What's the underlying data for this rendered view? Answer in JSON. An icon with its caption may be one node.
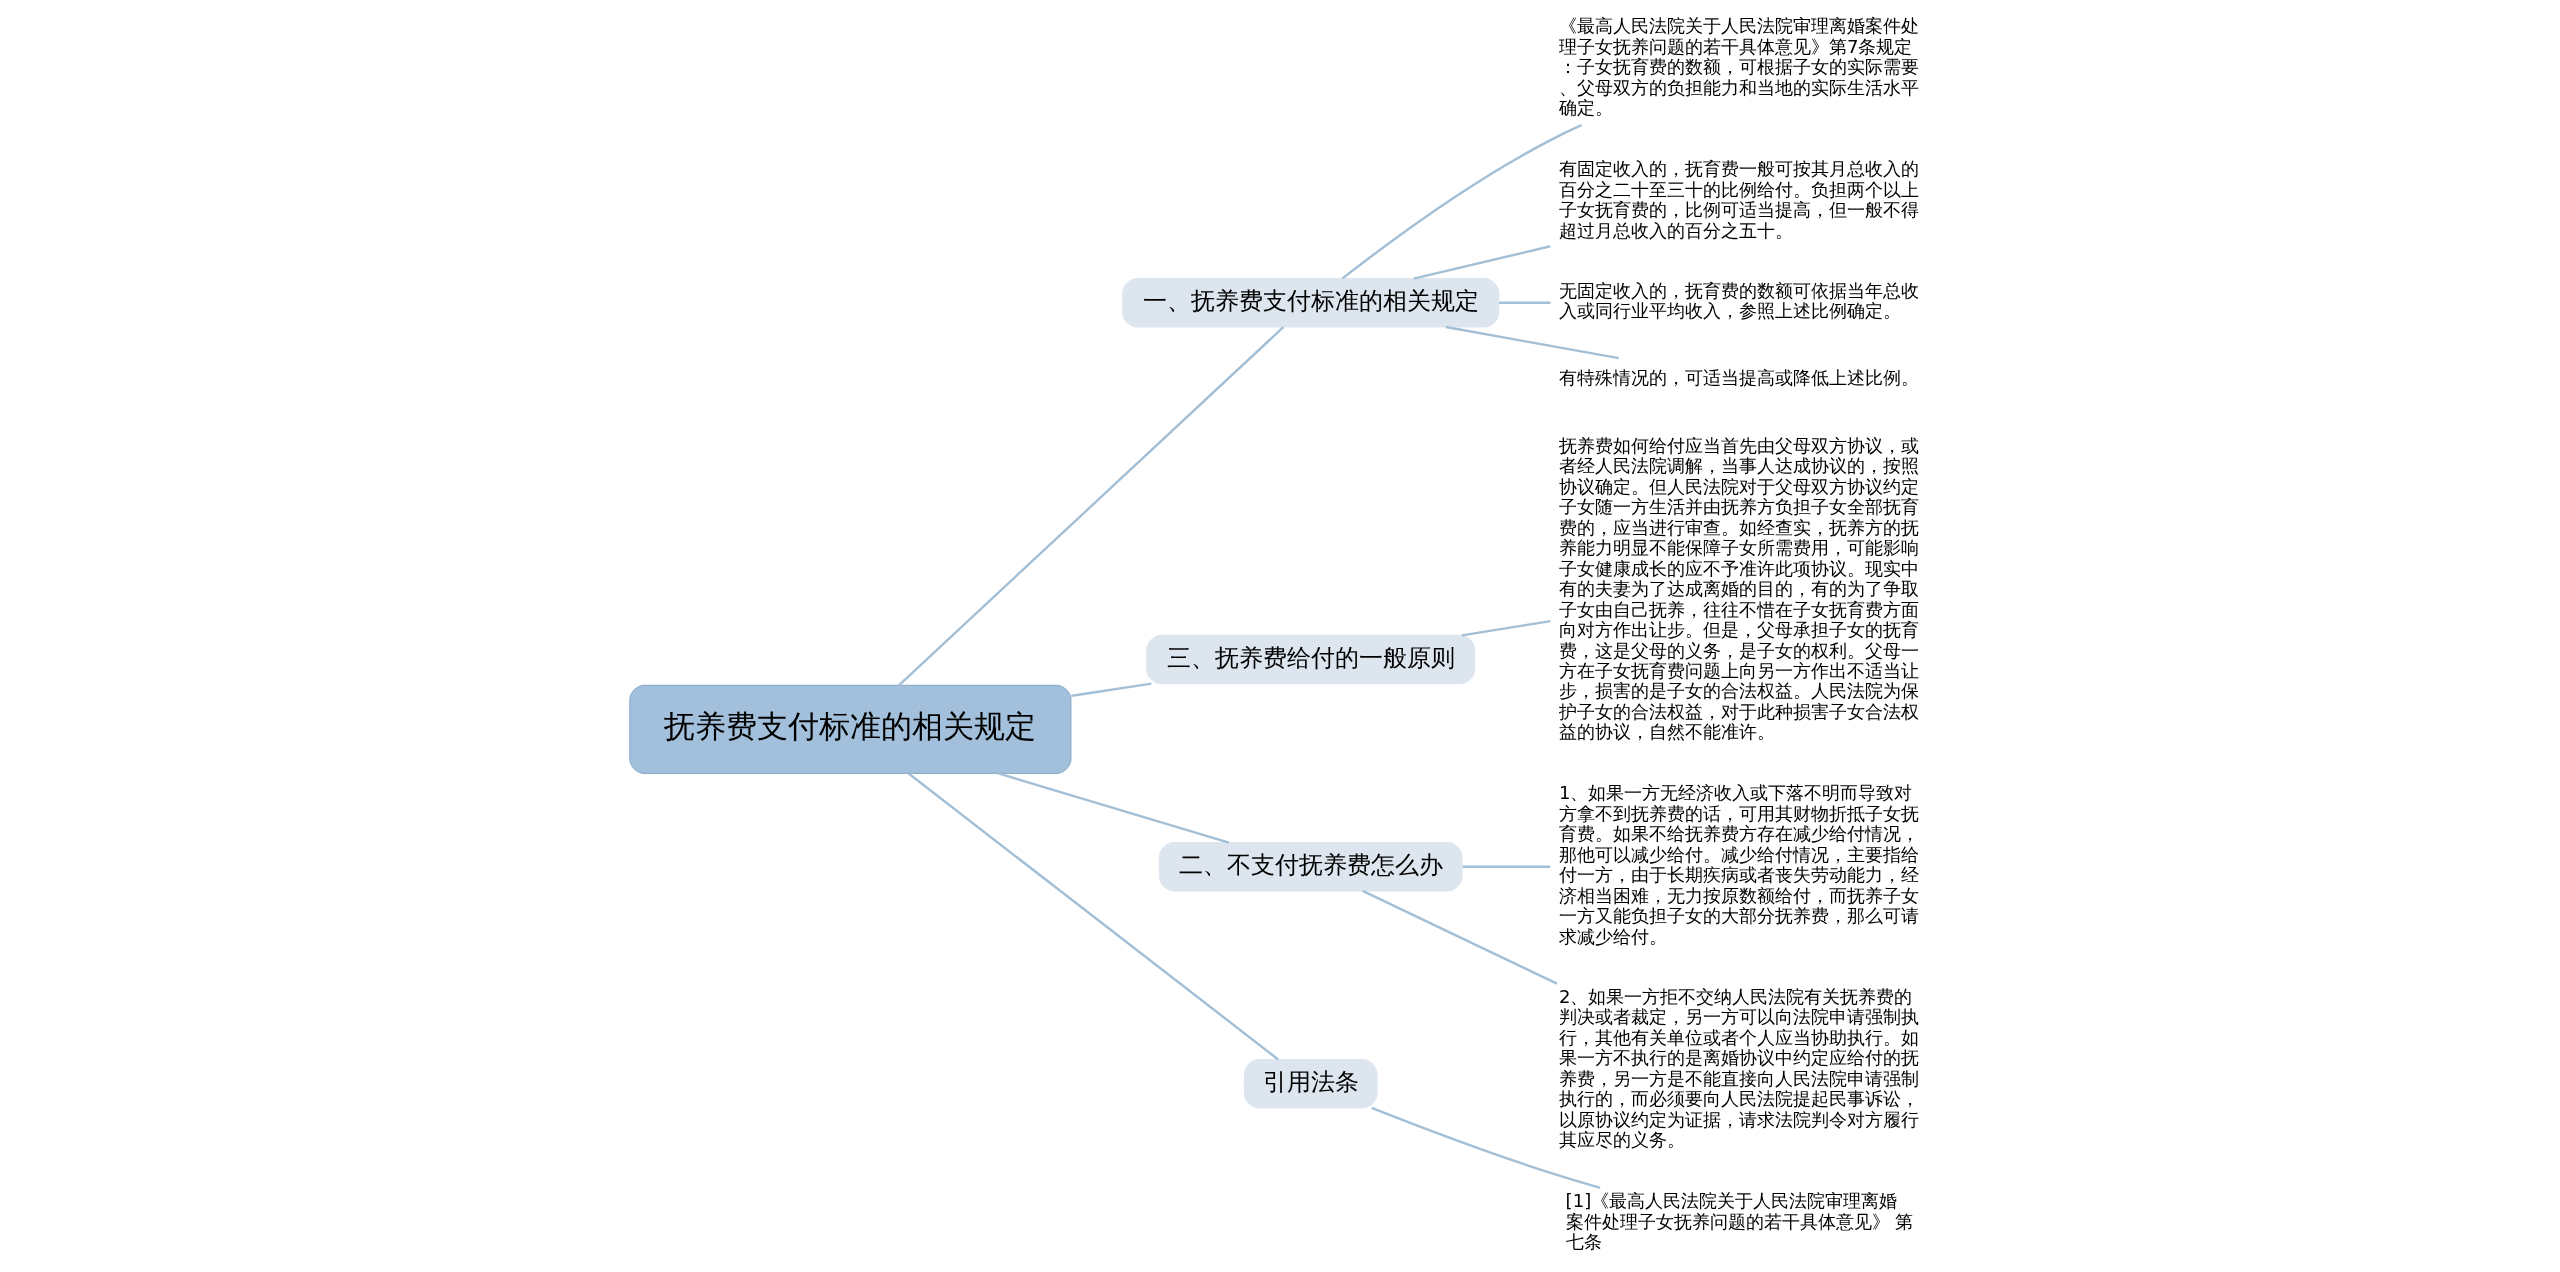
{
  "diagram": {
    "nodes": [
      {
        "text": [
          "抚养费支付标准的相关规定"
        ]
      },
      {
        "text": [
          "一、抚养费支付标准的相关规定"
        ]
      },
      {
        "text": [
          "《最高人民法院关于人民法院审理离婚案件处理子女抚养问题的若干具体意见》第7条规定：子女抚育费的数额，可根据子女的实际需要、父母双方的负担能力和当地的实际生活水平确定。"
        ]
      },
      {
        "text": [
          "有固定收入的，抚育费一般可按其月总收入的百分之二十至三十的比例给付。负担两个以上子女抚育费的，比例可适当提高，但一般不得超过月总收入的百分之五十。"
        ]
      },
      {
        "text": [
          "无固定收入的，抚育费的数额可依据当年总收入或同行业平均收入，参照上述比例确定。"
        ]
      },
      {
        "text": [
          "有特殊情况的，可适当提高或降低上述比例。"
        ]
      },
      {
        "text": [
          "三、抚养费给付的一般原则"
        ]
      },
      {
        "text": [
          "抚养费如何给付应当首先由父母双方协议，或者经人民法院调解，当事人达成协议的，按照协议确定。但人民法院对于父母双方协议约定子女随一方生活并由抚养方负担子女全部抚育费的，应当进行审查。如经查实，抚养方的抚养能力明显不能保障子女所需费用，可能影响子女健康成长的应不予准许此项协议。现实中有的夫妻为了达成离婚的目的，有的为了争取子女由自己抚养，往往不惜在子女抚育费方面向对方作出让步。但是，父母承担子女的抚育费，这是父母的义务，是子女的权利。父母一方在子女抚育费问题上向另一方作出不适当让步，损害的是子女的合法权益。人民法院为保护子女的合法权益，对于此种损害子女合法权益的协议，自然不能准许。"
        ]
      },
      {
        "text": [
          "二、不支付抚养费怎么办"
        ]
      },
      {
        "text": [
          "1、如果一方无经济收入或下落不明而导致对方拿不到抚养费的话，可用其财物折抵子女抚育费。如果不给抚养费方存在减少给付情况，那他可以减少给付。减少给付情况，主要指给付一方，由于长期疾病或者丧失劳动能力，经济相当困难，无力按原数额给付，而抚养子女一方又能负担子女的大部分抚养费，那么可请求减少给付。"
        ]
      },
      {
        "text": [
          "2、如果一方拒不交纳人民法院有关抚养费的判决或者裁定，另一方可以向法院申请强制执行，其他有关单位或者个人应当协助执行。如果一方不执行的是离婚协议中约定应给付的抚养费，另一方是不能直接向人民法院申请强制执行的，而必须要向人民法院提起民事诉讼，以原协议约定为证据，请求法院判令对方履行其应尽的义务。"
        ]
      },
      {
        "text": [
          "引用法条"
        ]
      },
      {
        "text": [
          "[1]《最高人民法院关于人民法院审理离婚案件处理子女抚养问题的若干具体意见》 第七条"
        ]
      }
    ],
    "edges": [
      {
        "from": 0,
        "to": 1,
        "arrow": "none"
      },
      {
        "from": 1,
        "to": 2,
        "arrow": "none"
      },
      {
        "from": 1,
        "to": 3,
        "arrow": "none"
      },
      {
        "from": 1,
        "to": 4,
        "arrow": "none"
      },
      {
        "from": 1,
        "to": 5,
        "arrow": "none"
      },
      {
        "from": 0,
        "to": 6,
        "arrow": "none"
      },
      {
        "from": 6,
        "to": 7,
        "arrow": "none"
      },
      {
        "from": 0,
        "to": 8,
        "arrow": "none"
      },
      {
        "from": 8,
        "to": 9,
        "arrow": "none"
      },
      {
        "from": 8,
        "to": 10,
        "arrow": "none"
      },
      {
        "from": 0,
        "to": 11,
        "arrow": "none"
      },
      {
        "from": 11,
        "to": 12,
        "arrow": "none"
      }
    ]
  }
}
